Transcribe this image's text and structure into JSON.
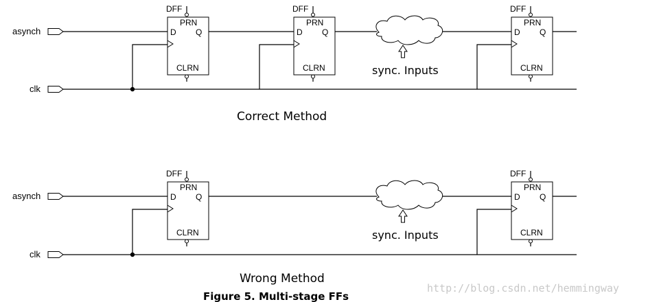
{
  "ports": {
    "asynch": "asynch",
    "clk": "clk"
  },
  "ff": {
    "type": "DFF",
    "prn": "PRN",
    "clrn": "CLRN",
    "d": "D",
    "q": "Q"
  },
  "sync_label": "sync. Inputs",
  "captions": {
    "correct": "Correct Method",
    "wrong": "Wrong Method"
  },
  "figure_caption": "Figure 5. Multi-stage FFs",
  "watermark": "http://blog.csdn.net/hemmingway"
}
